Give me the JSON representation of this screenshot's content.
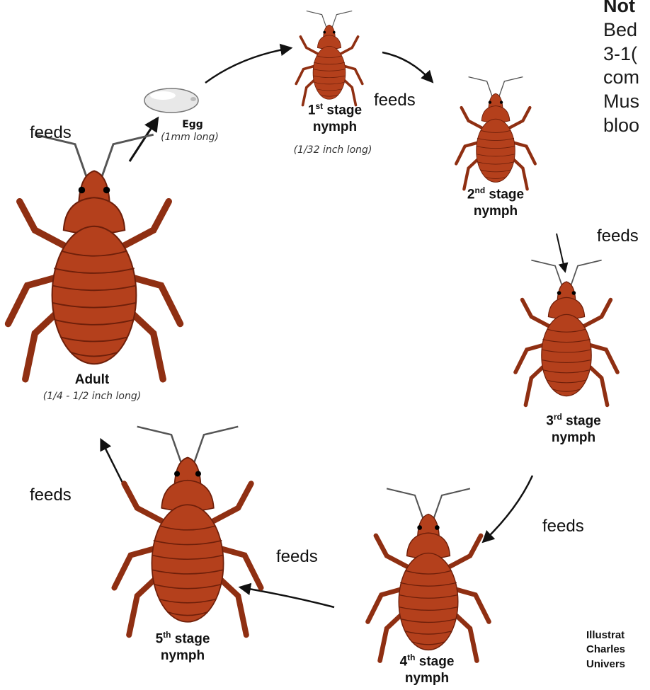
{
  "note": {
    "title": "Not",
    "lines": [
      "Bed",
      "3-1(",
      "com",
      "Mus",
      "bloo"
    ]
  },
  "stages": {
    "egg": {
      "name": "Egg",
      "size": "(1mm long)"
    },
    "nymph1": {
      "ord": "1",
      "sup": "st",
      "rest": " stage",
      "word": "nymph",
      "size": "(1/32 inch long)"
    },
    "nymph2": {
      "ord": "2",
      "sup": "nd",
      "rest": " stage",
      "word": "nymph"
    },
    "nymph3": {
      "ord": "3",
      "sup": "rd",
      "rest": " stage",
      "word": "nymph"
    },
    "nymph4": {
      "ord": "4",
      "sup": "th",
      "rest": " stage",
      "word": "nymph"
    },
    "nymph5": {
      "ord": "5",
      "sup": "th",
      "rest": " stage",
      "word": "nymph"
    },
    "adult": {
      "name": "Adult",
      "size": "(1/4 - 1/2 inch long)"
    }
  },
  "feeds_label": "feeds",
  "credit": [
    "Illustrat",
    "Charles",
    "Univers"
  ],
  "colors": {
    "bug_body": "#b4401c",
    "bug_dark": "#6e1f0a",
    "bug_light": "#c85a2e",
    "arrow": "#111111"
  }
}
